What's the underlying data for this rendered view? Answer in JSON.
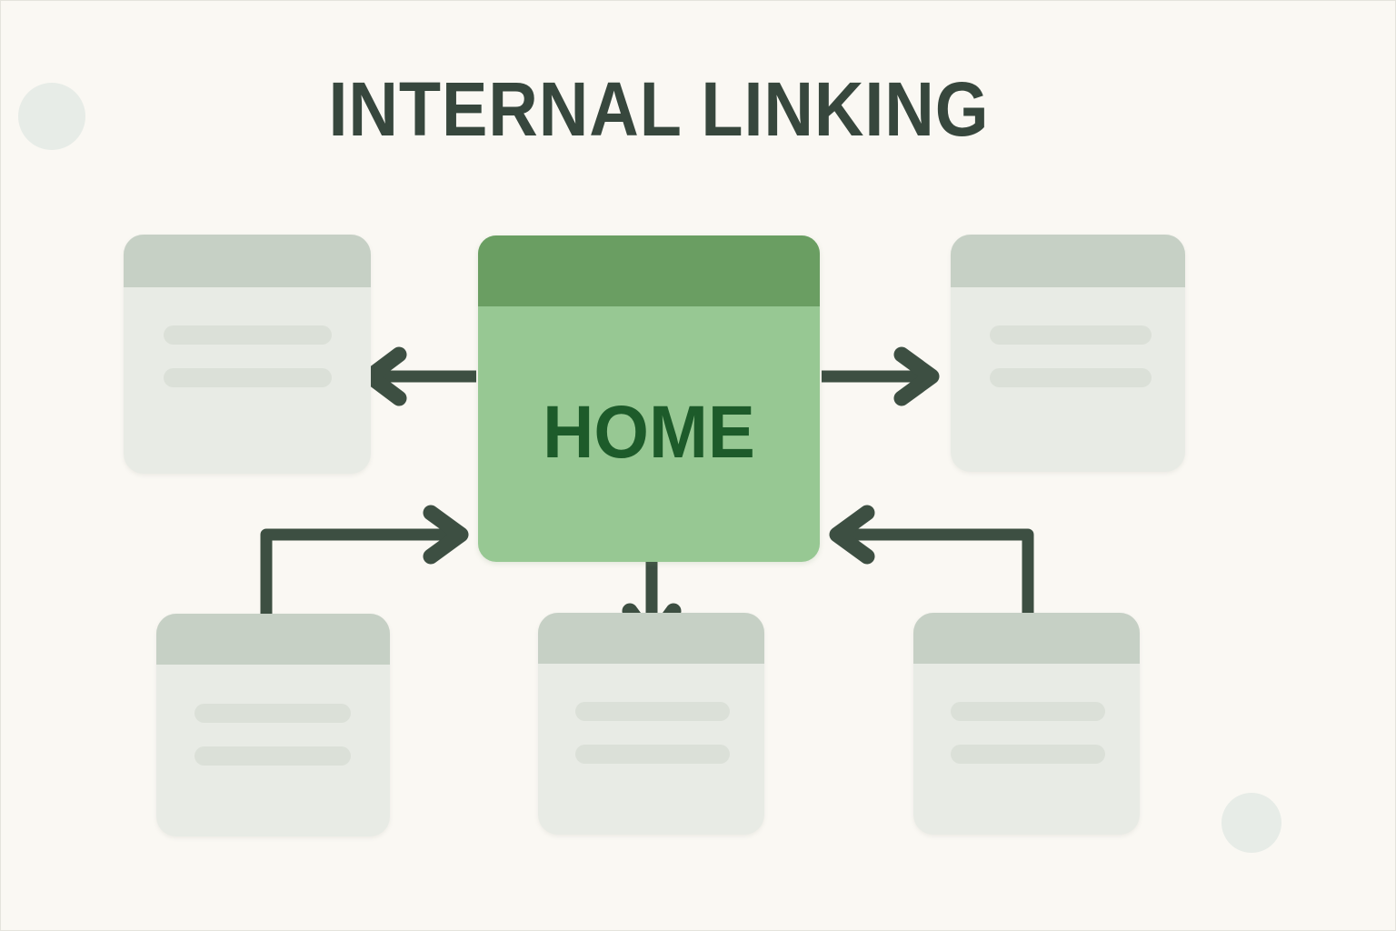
{
  "diagram": {
    "title": "INTERNAL LINKING",
    "type": "internal-linking-hub-and-spoke",
    "background_color": "#faf8f3",
    "title_color": "#37473d"
  },
  "hub": {
    "label": "HOME",
    "header_color": "#6a9e62",
    "body_color": "#97c893",
    "label_color": "#1d5b2a"
  },
  "pages": [
    {
      "id": "top-left",
      "position": "top-left",
      "placeholder_lines": 2
    },
    {
      "id": "top-right",
      "position": "top-right",
      "placeholder_lines": 2
    },
    {
      "id": "bottom-left",
      "position": "bottom-left",
      "placeholder_lines": 2
    },
    {
      "id": "bottom-center",
      "position": "bottom-center",
      "placeholder_lines": 2
    },
    {
      "id": "bottom-right",
      "position": "bottom-right",
      "placeholder_lines": 2
    }
  ],
  "card_style": {
    "header_color": "#c6d0c5",
    "body_color": "#e8ebe5",
    "line_color": "#dbe0d8"
  },
  "connectors": [
    {
      "id": "home-to-top-left",
      "from": "HOME",
      "to": "top-left",
      "direction": "left",
      "shape": "straight"
    },
    {
      "id": "home-to-top-right",
      "from": "HOME",
      "to": "top-right",
      "direction": "right",
      "shape": "straight"
    },
    {
      "id": "bottom-left-to-home",
      "from": "bottom-left",
      "to": "HOME",
      "direction": "up-right",
      "shape": "elbow"
    },
    {
      "id": "home-to-bottom-center",
      "from": "HOME",
      "to": "bottom-center",
      "direction": "down",
      "shape": "straight"
    },
    {
      "id": "bottom-right-to-home",
      "from": "bottom-right",
      "to": "HOME",
      "direction": "up-left",
      "shape": "elbow"
    }
  ],
  "connector_style": {
    "color": "#3d4f42",
    "stroke_width": 13,
    "arrowhead": "chevron"
  },
  "decorations": [
    {
      "id": "circle-top-left",
      "shape": "circle",
      "color": "#e7ece7"
    },
    {
      "id": "circle-bottom-right",
      "shape": "circle",
      "color": "#e7ece7"
    }
  ]
}
